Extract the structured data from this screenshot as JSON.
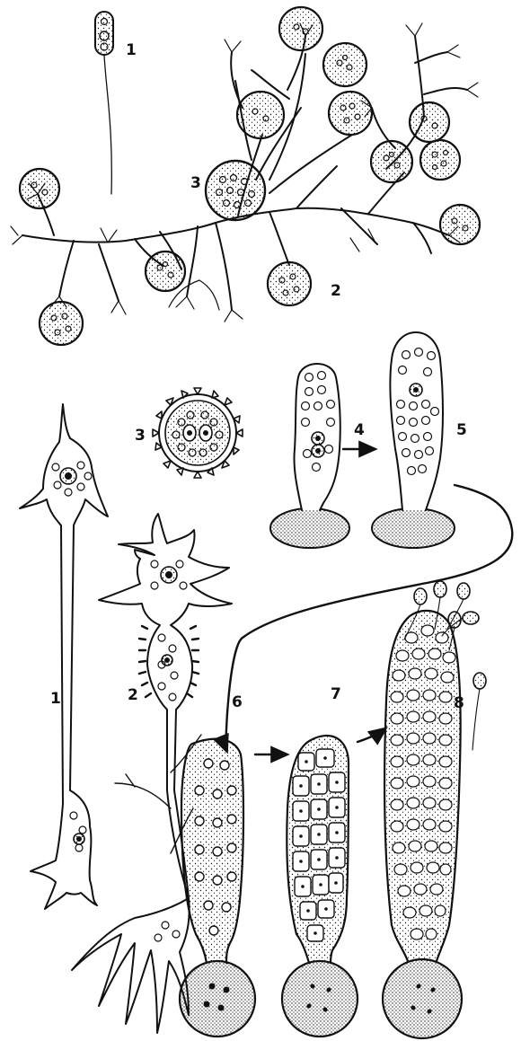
{
  "labels": {
    "top_1": "1",
    "top_2": "2",
    "top_3": "3",
    "bottom_1": "1",
    "bottom_2": "2",
    "bottom_3": "3",
    "stage_4": "4",
    "stage_5": "5",
    "stage_6": "6",
    "stage_7": "7",
    "stage_8": "8"
  },
  "colors": {
    "ink": "#111111",
    "paper": "#ffffff"
  }
}
